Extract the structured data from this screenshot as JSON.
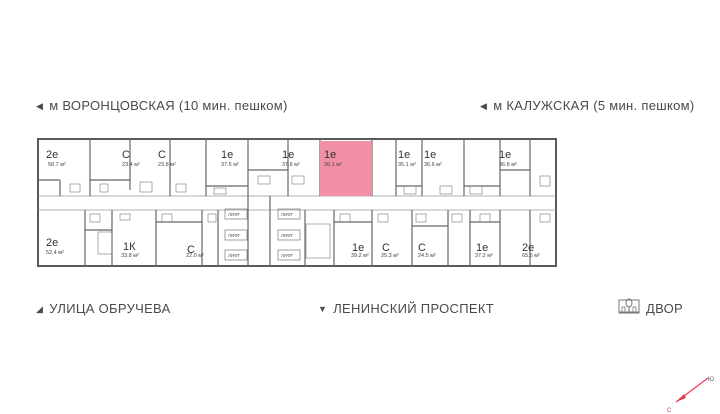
{
  "labels": {
    "top_left": "м ВОРОНЦОВСКАЯ  (10 мин. пешком)",
    "top_right": "м КАЛУЖСКАЯ (5 мин. пешком)",
    "bottom_left": "УЛИЦА ОБРУЧЕВА",
    "bottom_mid": "ЛЕНИНСКИЙ ПРОСПЕКТ",
    "bottom_right": "ДВОР"
  },
  "compass": {
    "north": "С",
    "south": "Ю"
  },
  "lift_label": "ЛИФТ",
  "colors": {
    "highlight": "#f08fa5",
    "wall": "#5a5a5a",
    "accent": "#e8394f"
  },
  "units": [
    {
      "id": "u1",
      "type": "2e",
      "area": "58.7 м²",
      "highlighted": false
    },
    {
      "id": "u2",
      "type": "С",
      "area": "23.4 м²",
      "highlighted": false
    },
    {
      "id": "u3",
      "type": "С",
      "area": "23.8 м²",
      "highlighted": false
    },
    {
      "id": "u4",
      "type": "1e",
      "area": "37.5 м²",
      "highlighted": false
    },
    {
      "id": "u5",
      "type": "1e",
      "area": "37.6 м²",
      "highlighted": false
    },
    {
      "id": "u6",
      "type": "1e",
      "area": "36.1 м²",
      "highlighted": true
    },
    {
      "id": "u7",
      "type": "1e",
      "area": "35.1 м²",
      "highlighted": false
    },
    {
      "id": "u8",
      "type": "1e",
      "area": "36.6 м²",
      "highlighted": false
    },
    {
      "id": "u9",
      "type": "1e",
      "area": "36.8 м²",
      "highlighted": false
    },
    {
      "id": "u10",
      "type": "2e",
      "area": "52.4 м²",
      "highlighted": false
    },
    {
      "id": "u11",
      "type": "1К",
      "area": "33.8 м²",
      "highlighted": false
    },
    {
      "id": "u12",
      "type": "С",
      "area": "22.0 м²",
      "highlighted": false
    },
    {
      "id": "u13",
      "type": "1e",
      "area": "39.2 м²",
      "highlighted": false
    },
    {
      "id": "u14",
      "type": "С",
      "area": "25.3 м²",
      "highlighted": false
    },
    {
      "id": "u15",
      "type": "С",
      "area": "24.5 м²",
      "highlighted": false
    },
    {
      "id": "u16",
      "type": "1e",
      "area": "37.2 м²",
      "highlighted": false
    },
    {
      "id": "u17",
      "type": "2e",
      "area": "65.6 м²",
      "highlighted": false
    }
  ]
}
